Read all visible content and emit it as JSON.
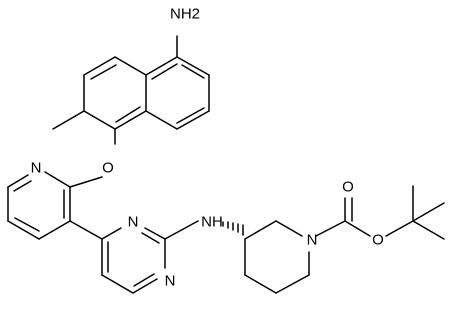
{
  "molecule": {
    "atoms": {
      "nh2": "NH2",
      "o_ether": "O",
      "n_pyridine": "N",
      "n_pym_upper": "N",
      "n_pym_lower": "N",
      "nh_link": "NH",
      "n_piperidine": "N",
      "o_carbonyl": "O",
      "o_ester": "O"
    }
  }
}
